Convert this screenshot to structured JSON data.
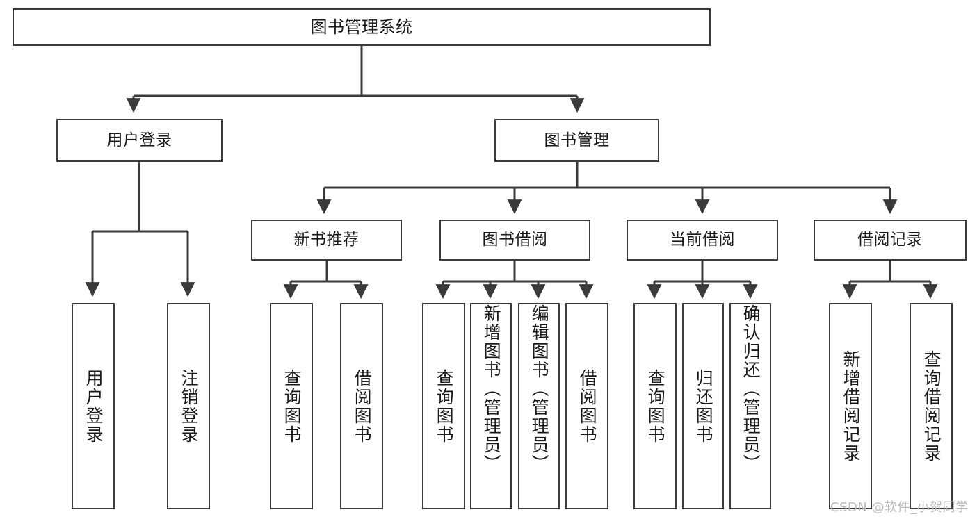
{
  "diagram": {
    "type": "tree-hierarchy",
    "title": "图书管理系统",
    "background_color": "#ffffff",
    "line_color": "#3b3b3b",
    "box_border_color": "#3b3b3b"
  },
  "root": {
    "label": "图书管理系统"
  },
  "level2": [
    {
      "label": "用户登录"
    },
    {
      "label": "图书管理"
    }
  ],
  "level3": [
    {
      "label": "新书推荐"
    },
    {
      "label": "图书借阅"
    },
    {
      "label": "当前借阅"
    },
    {
      "label": "借阅记录"
    }
  ],
  "leaves": {
    "user_login": [
      {
        "label": "用户登录"
      },
      {
        "label": "注销登录"
      }
    ],
    "new_book": [
      {
        "label": "查询图书"
      },
      {
        "label": "借阅图书"
      }
    ],
    "book_borrow": [
      {
        "label": "查询图书"
      },
      {
        "label": "新增图书（管理员）"
      },
      {
        "label": "编辑图书（管理员）"
      },
      {
        "label": "借阅图书"
      }
    ],
    "current_borrow": [
      {
        "label": "查询图书"
      },
      {
        "label": "归还图书"
      },
      {
        "label": "确认归还（管理员）"
      }
    ],
    "borrow_record": [
      {
        "label": "新增借阅记录"
      },
      {
        "label": "查询借阅记录"
      }
    ]
  },
  "watermark": {
    "text": "CSDN @软件_小贺同学"
  }
}
